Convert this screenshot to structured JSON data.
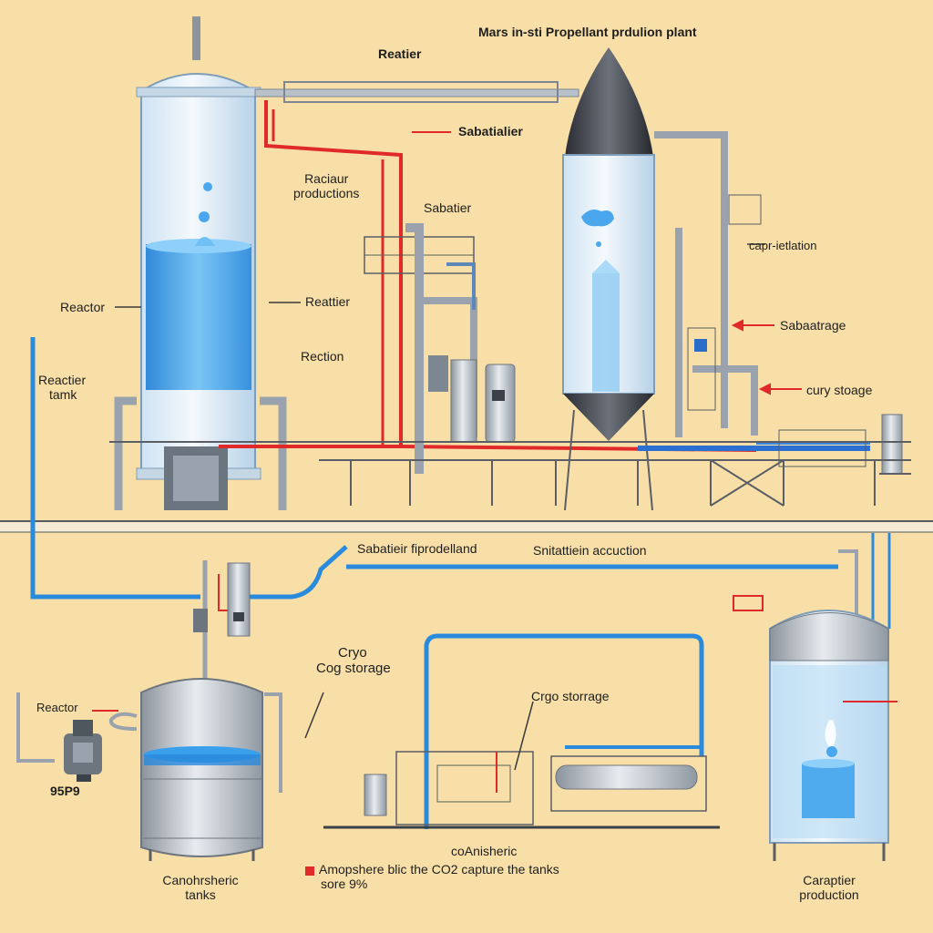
{
  "colors": {
    "background": "#f8dfa8",
    "water": "#3aa0ec",
    "pipe_blue": "#2a8bdd",
    "pipe_red": "#e02a2a",
    "steel": "#9aa3ad",
    "rocket_nose": "#3a3d44",
    "frame": "#5a5f66"
  },
  "diagram": {
    "title": "Mars in-sti Propellant prdulion plant",
    "labels": {
      "reatier_top": "Reatier",
      "sabatialier": "Sabatialier",
      "raciaur_line1": "Raciaur",
      "raciaur_line2": "productions",
      "sabatier_mid": "Sabatier",
      "capr_ietlation": "capr-ietlation",
      "sabaatrage": "Sabaatrage",
      "cury_storage": "cury stoage",
      "reactor_left": "Reactor",
      "reattier_mid": "Reattier",
      "rection": "Rection",
      "reactier_tank_line1": "Reactier",
      "reactier_tank_line2": "tamk",
      "sabatier_fiprodelland": "Sabatieir fiprodelland",
      "snitattiein_acuction": "Snitattiein accuction",
      "cryo_line1": "Cryo",
      "cryo_line2": "Cog storage",
      "crgo_storrage": "Crgo storrage",
      "reactor_bottom": "Reactor",
      "gauge_value": "95P9",
      "canohrsheric_line1": "Canohrsheric",
      "canohrsheric_line2": "tanks",
      "coanisheric": "coAnisheric",
      "atmosphere_line1": "Amopshere blic the CO2 capture the tanks",
      "atmosphere_line2": "sore 9%",
      "caraptier_line1": "Caraptier",
      "caraptier_line2": "production"
    }
  }
}
